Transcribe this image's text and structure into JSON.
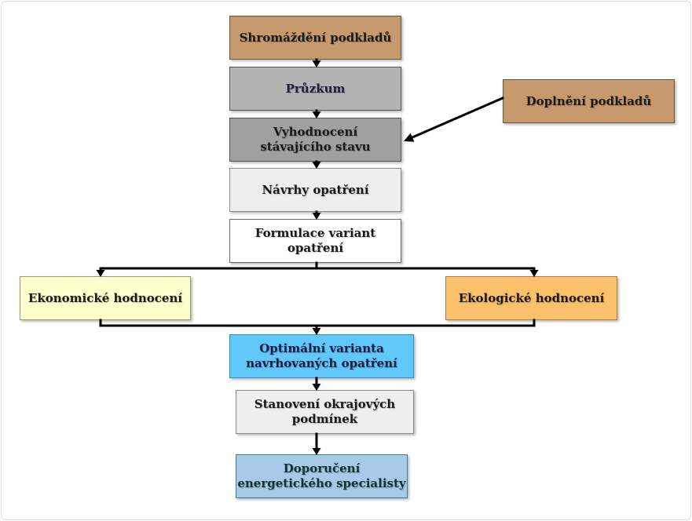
{
  "diagram": {
    "steps": [
      {
        "lines": [
          "Shromáždění podkladů"
        ],
        "fill": "#c79a6e"
      },
      {
        "lines": [
          "Průzkum"
        ],
        "fill": "#b3b3b3"
      },
      {
        "lines": [
          "Vyhodnocení",
          "stávajícího stavu"
        ],
        "fill": "#a0a0a0"
      },
      {
        "lines": [
          "Návrhy opatření"
        ],
        "fill": "#eeeeee"
      },
      {
        "lines": [
          "Formulace variant",
          "opatření"
        ],
        "fill": "#ffffff"
      }
    ],
    "side_input": {
      "lines": [
        "Doplnění podkladů"
      ],
      "fill": "#c79a6e"
    },
    "assessments": [
      {
        "lines": [
          "Ekonomické hodnocení"
        ],
        "fill": "#ffffcc"
      },
      {
        "lines": [
          "Ekologické hodnocení"
        ],
        "fill": "#fbc06c"
      }
    ],
    "outcomes": [
      {
        "lines": [
          "Optimální varianta",
          "navrhovaných opatření"
        ],
        "fill": "#60c9fa"
      },
      {
        "lines": [
          "Stanovení okrajových",
          "podmínek"
        ],
        "fill": "#eeeeee"
      },
      {
        "lines": [
          "Doporučení",
          "energetického specialisty"
        ],
        "fill": "#a6cae8"
      }
    ],
    "connector_color": "#000000"
  }
}
